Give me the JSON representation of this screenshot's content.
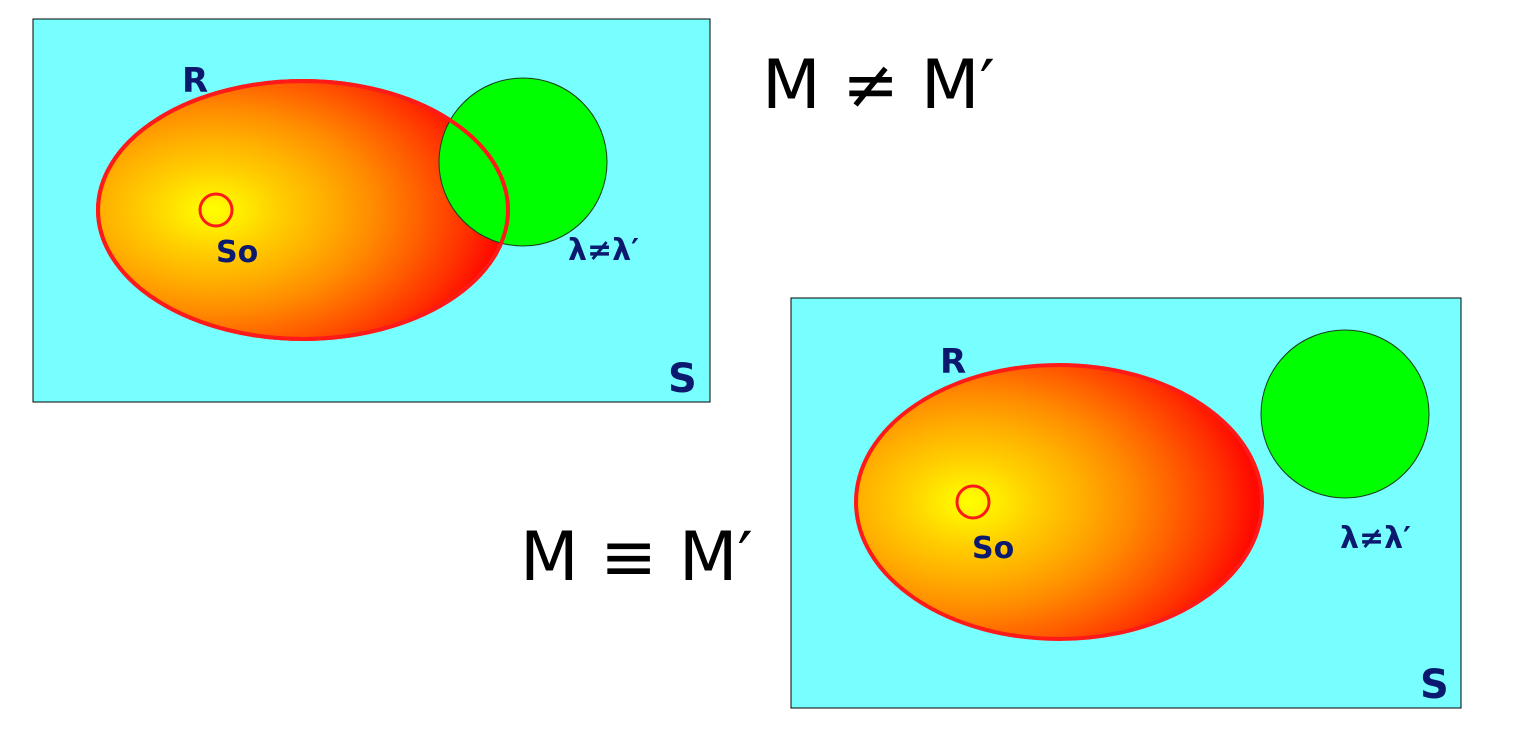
{
  "panel_top": {
    "region_label": "R",
    "point_label": "So",
    "lambda_label": "λ≠λ′",
    "set_label": "S",
    "relation": "M ≠ M′"
  },
  "panel_bottom": {
    "region_label": "R",
    "point_label": "So",
    "lambda_label": "λ≠λ′",
    "set_label": "S",
    "relation": "M ≡ M′"
  },
  "colors": {
    "background_box": "#77ffff",
    "region_outline": "#ff1a1a",
    "circle_fill": "#00ff00",
    "label_text": "#0b1a6e"
  }
}
